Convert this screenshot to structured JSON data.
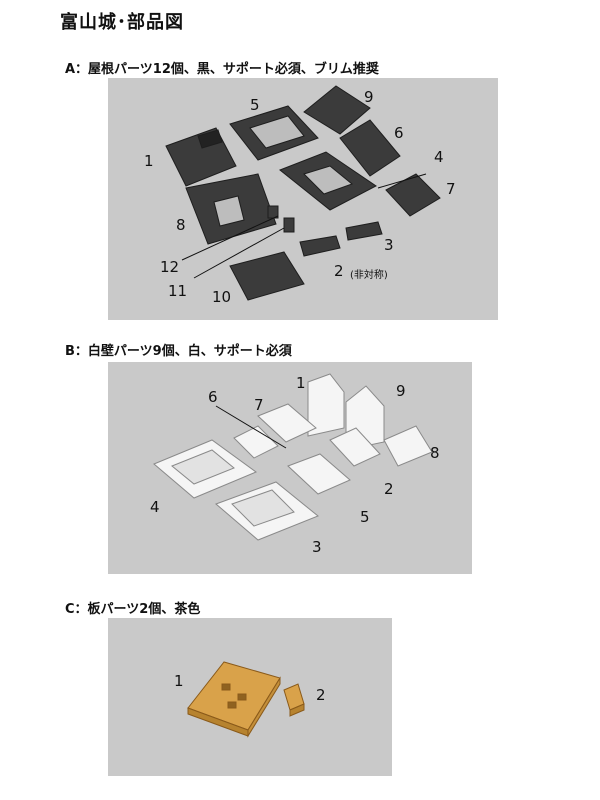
{
  "document": {
    "title": "富山城･部品図"
  },
  "sections": [
    {
      "heading": "A：屋根パーツ12個、黒、サポート必須、ブリム推奨",
      "part_color": "#3a3a3a",
      "labels": {
        "p1": "1",
        "p2": "2",
        "p2_note": "(非対称)",
        "p3": "3",
        "p4": "4",
        "p5": "5",
        "p6": "6",
        "p7": "7",
        "p8": "8",
        "p9": "9",
        "p10": "10",
        "p11": "11",
        "p12": "12"
      }
    },
    {
      "heading": "B：白壁パーツ9個、白、サポート必須",
      "part_color": "#f4f4f4",
      "labels": {
        "p1": "1",
        "p2": "2",
        "p3": "3",
        "p4": "4",
        "p5": "5",
        "p6": "6",
        "p7": "7",
        "p8": "8",
        "p9": "9"
      }
    },
    {
      "heading": "C：板パーツ2個、茶色",
      "part_color": "#d9a24a",
      "labels": {
        "p1": "1",
        "p2": "2"
      }
    }
  ]
}
